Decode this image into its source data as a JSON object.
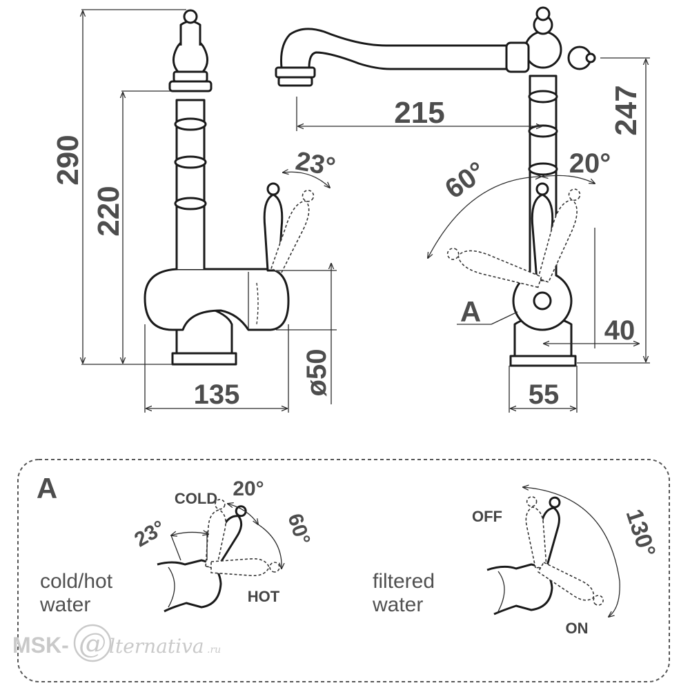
{
  "dimensions": {
    "total_height": "290",
    "body_height": "220",
    "base_width": "135",
    "body_diameter": "ø50",
    "handle_angle_side": "23°",
    "spout_reach": "215",
    "spout_height": "247",
    "lever_angle_back": "20°",
    "lever_angle_forward": "60°",
    "handle_offset": "40",
    "base_depth": "55",
    "detail_marker": "A"
  },
  "detail_panel": {
    "label": "A",
    "cold_hot": {
      "caption_line1": "cold/hot",
      "caption_line2": "water",
      "cold_label": "COLD",
      "hot_label": "HOT",
      "angle_cold": "20°",
      "angle_hot": "60°",
      "angle_side": "23°"
    },
    "filtered": {
      "caption_line1": "filtered",
      "caption_line2": "water",
      "off_label": "OFF",
      "on_label": "ON",
      "angle": "130°"
    }
  },
  "watermark": {
    "left": "MSK-",
    "at": "@",
    "right": "lternativa",
    "suffix": ".ru"
  },
  "colors": {
    "outline": "#1a1a1a",
    "dimension_text": "#4d4d4d",
    "watermark": "#c9c9c9"
  }
}
